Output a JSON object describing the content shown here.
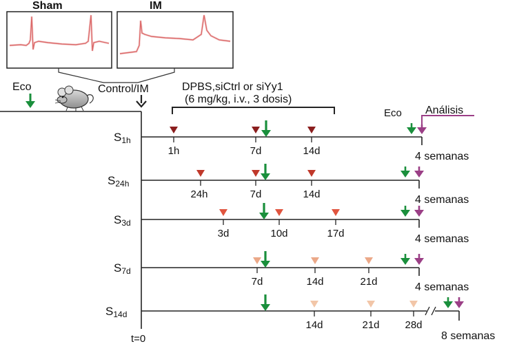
{
  "panels": {
    "sham_title": "Sham",
    "im_title": "IM",
    "bracket_label": "Control/IM"
  },
  "eco_label": "Eco",
  "treatment": {
    "line1": "DPBS,siCtrl or siYy1",
    "line2": "(6 mg/kg, i.v., 3 dosis)"
  },
  "eco_right_label": "Eco",
  "analysis_label": "Análisis",
  "t0_label": "t=0",
  "colors": {
    "green": "#1a8f3c",
    "purple": "#9b3f86",
    "dark_red": "#8b1e1e",
    "red": "#c0392b",
    "light_red": "#e0553f",
    "salmon": "#eba888",
    "peach": "#f2c6a8",
    "axis": "#222222"
  },
  "rows": [
    {
      "id": "s1h",
      "label_main": "S",
      "label_sub": "1h",
      "end_label": "4 semanas",
      "dose_color": "dark_red",
      "doses": [
        {
          "label": "1h"
        },
        {
          "label": "7d"
        },
        {
          "label": "14d"
        }
      ]
    },
    {
      "id": "s24h",
      "label_main": "S",
      "label_sub": "24h",
      "end_label": "4 semanas",
      "dose_color": "red",
      "doses": [
        {
          "label": "24h"
        },
        {
          "label": "7d"
        },
        {
          "label": "14d"
        }
      ]
    },
    {
      "id": "s3d",
      "label_main": "S",
      "label_sub": "3d",
      "end_label": "4 semanas",
      "dose_color": "light_red",
      "doses": [
        {
          "label": "3d"
        },
        {
          "label": "10d"
        },
        {
          "label": "17d"
        }
      ]
    },
    {
      "id": "s7d",
      "label_main": "S",
      "label_sub": "7d",
      "end_label": "4 semanas",
      "dose_color": "salmon",
      "doses": [
        {
          "label": "7d"
        },
        {
          "label": "14d"
        },
        {
          "label": "21d"
        }
      ]
    },
    {
      "id": "s14d",
      "label_main": "S",
      "label_sub": "14d",
      "end_label": "8 semanas",
      "dose_color": "peach",
      "doses": [
        {
          "label": "14d"
        },
        {
          "label": "21d"
        },
        {
          "label": "28d"
        }
      ]
    }
  ]
}
